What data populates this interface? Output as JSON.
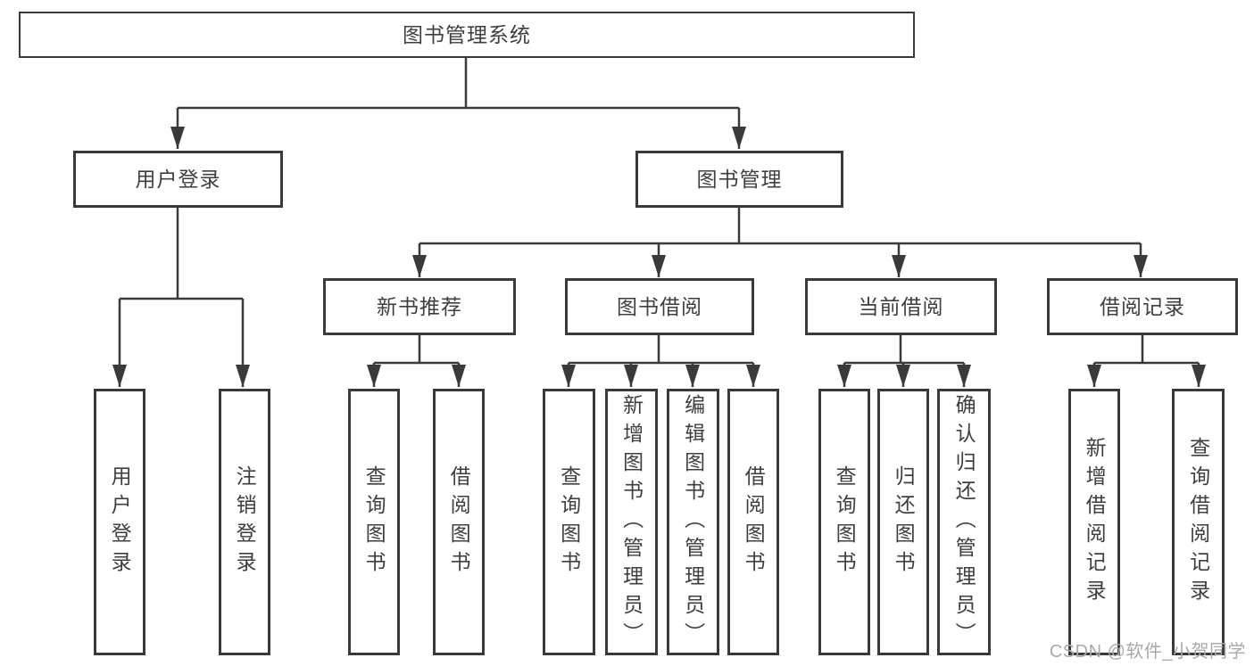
{
  "diagram_type": "hierarchy-tree",
  "root": {
    "label": "图书管理系统"
  },
  "level2": [
    {
      "label": "用户登录"
    },
    {
      "label": "图书管理"
    }
  ],
  "user_login_children": [
    {
      "label": "用户登录"
    },
    {
      "label": "注销登录"
    }
  ],
  "book_management_sections": [
    {
      "label": "新书推荐",
      "children": [
        {
          "label": "查询图书"
        },
        {
          "label": "借阅图书"
        }
      ]
    },
    {
      "label": "图书借阅",
      "children": [
        {
          "label": "查询图书"
        },
        {
          "label": "新增图书（管理员）"
        },
        {
          "label": "编辑图书（管理员）"
        },
        {
          "label": "借阅图书"
        }
      ]
    },
    {
      "label": "当前借阅",
      "children": [
        {
          "label": "查询图书"
        },
        {
          "label": "归还图书"
        },
        {
          "label": "确认归还（管理员）"
        }
      ]
    },
    {
      "label": "借阅记录",
      "children": [
        {
          "label": "新增借阅记录"
        },
        {
          "label": "查询借阅记录"
        }
      ]
    }
  ],
  "watermark": {
    "label": "CSDN @软件_小贺同学"
  },
  "colors": {
    "line": "#3a3a3a",
    "text": "#3f3f3f",
    "background": "#ffffff",
    "watermark": "#a9a9a9"
  }
}
